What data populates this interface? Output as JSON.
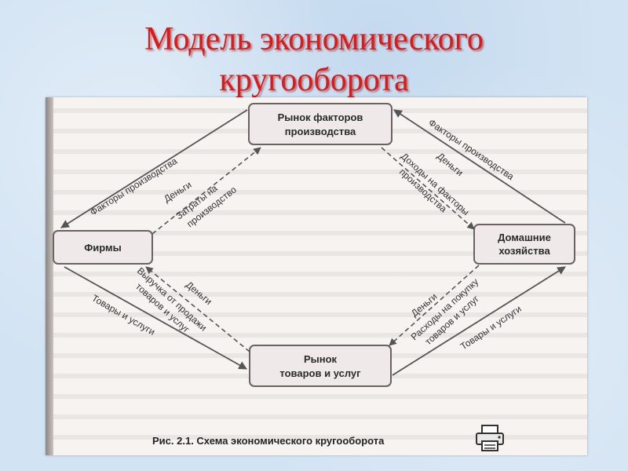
{
  "slide": {
    "title_line1": "Модель экономического",
    "title_line2": "кругооборота"
  },
  "diagram": {
    "nodes": {
      "factor_market": [
        "Рынок факторов",
        "производства"
      ],
      "firms": [
        "Фирмы"
      ],
      "households": [
        "Домашние",
        "хозяйства"
      ],
      "goods_market": [
        "Рынок",
        "товаров и услуг"
      ]
    },
    "labels": {
      "tl_outer": "Факторы производства",
      "tl_money": "Деньги",
      "tl_costs": [
        "Затраты на",
        "производство"
      ],
      "tr_outer": "Факторы производства",
      "tr_money": "Деньги",
      "tr_income": [
        "Доходы на факторы",
        "производства"
      ],
      "bl_outer": "Товары и услуги",
      "bl_money": "Деньги",
      "bl_revenue": [
        "Выручка от продажи",
        "товаров и услуг"
      ],
      "br_outer": "Товары и услуги",
      "br_money": "Деньги",
      "br_spend": [
        "Расходы на покупку",
        "товаров и услуг"
      ]
    },
    "caption": "Рис. 2.1. Схема экономического кругооборота"
  },
  "icons": {
    "printer": "printer-icon"
  }
}
